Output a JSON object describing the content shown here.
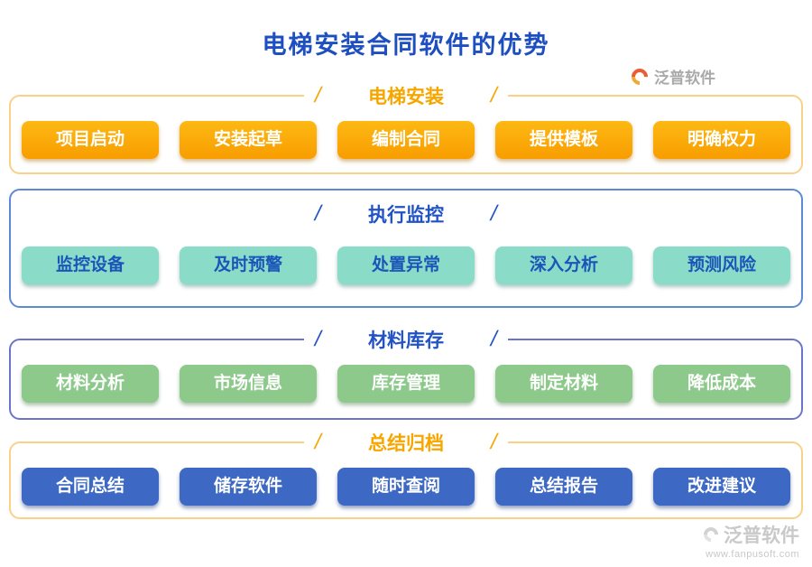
{
  "page": {
    "title": "电梯安装合同软件的优势"
  },
  "brand": {
    "logo_text": "泛普软件",
    "watermark_text": "泛普软件",
    "watermark_url": "www.fanpusoft.com"
  },
  "decor": {
    "slash": "/"
  },
  "sections": [
    {
      "title": "电梯安装",
      "items": [
        "项目启动",
        "安装起草",
        "编制合同",
        "提供模板",
        "明确权力"
      ]
    },
    {
      "title": "执行监控",
      "items": [
        "监控设备",
        "及时预警",
        "处置异常",
        "深入分析",
        "预测风险"
      ]
    },
    {
      "title": "材料库存",
      "items": [
        "材料分析",
        "市场信息",
        "库存管理",
        "制定材料",
        "降低成本"
      ]
    },
    {
      "title": "总结归档",
      "items": [
        "合同总结",
        "储存软件",
        "随时查阅",
        "总结报告",
        "改进建议"
      ]
    }
  ],
  "colors": {
    "title_blue": "#1d4fc0",
    "header_orange": "#f7a600",
    "header_blue": "#2153c4",
    "button_orange": "#f9a400",
    "button_teal": "#8adcc8",
    "button_green": "#8cc98b",
    "button_blue": "#3d68c4"
  }
}
